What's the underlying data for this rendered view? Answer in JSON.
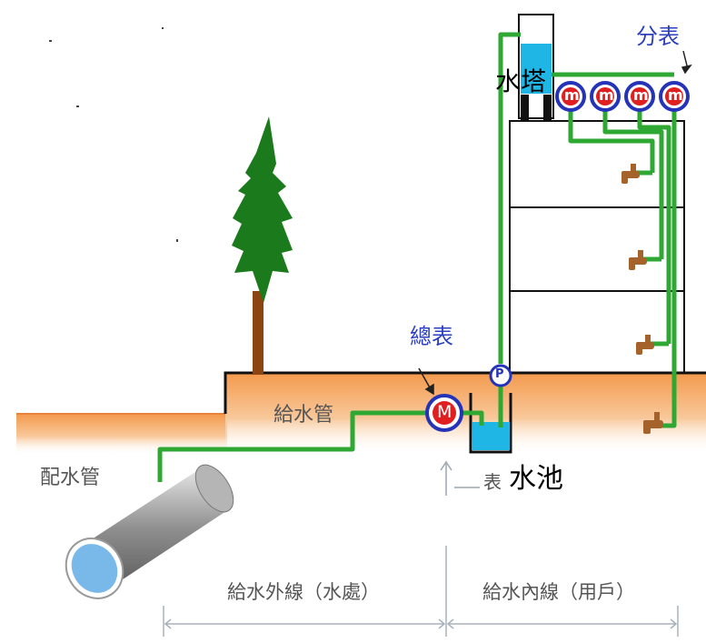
{
  "labels": {
    "branch_meter": "分表",
    "water_tower": "水塔",
    "master_meter": "總表",
    "supply_pipe": "給水管",
    "distribution_pipe": "配水管",
    "water_pool": "水池",
    "meter_partial": "表",
    "outer_line": "給水外線（水處）",
    "inner_line": "給水內線（用戶）"
  },
  "symbols": {
    "main_meter_letter": "M",
    "branch_meter_letter": "m",
    "pump_letter": "P"
  },
  "colors": {
    "pipe_green": "#2fa833",
    "soil_orange": "#f4a15b",
    "tree_green": "#1b7a1b",
    "trunk_brown": "#8b4513",
    "water_blue": "#1fb6e6",
    "meter_blue": "#2433b8",
    "meter_red": "#e02020",
    "faucet_brown": "#a5622a"
  }
}
